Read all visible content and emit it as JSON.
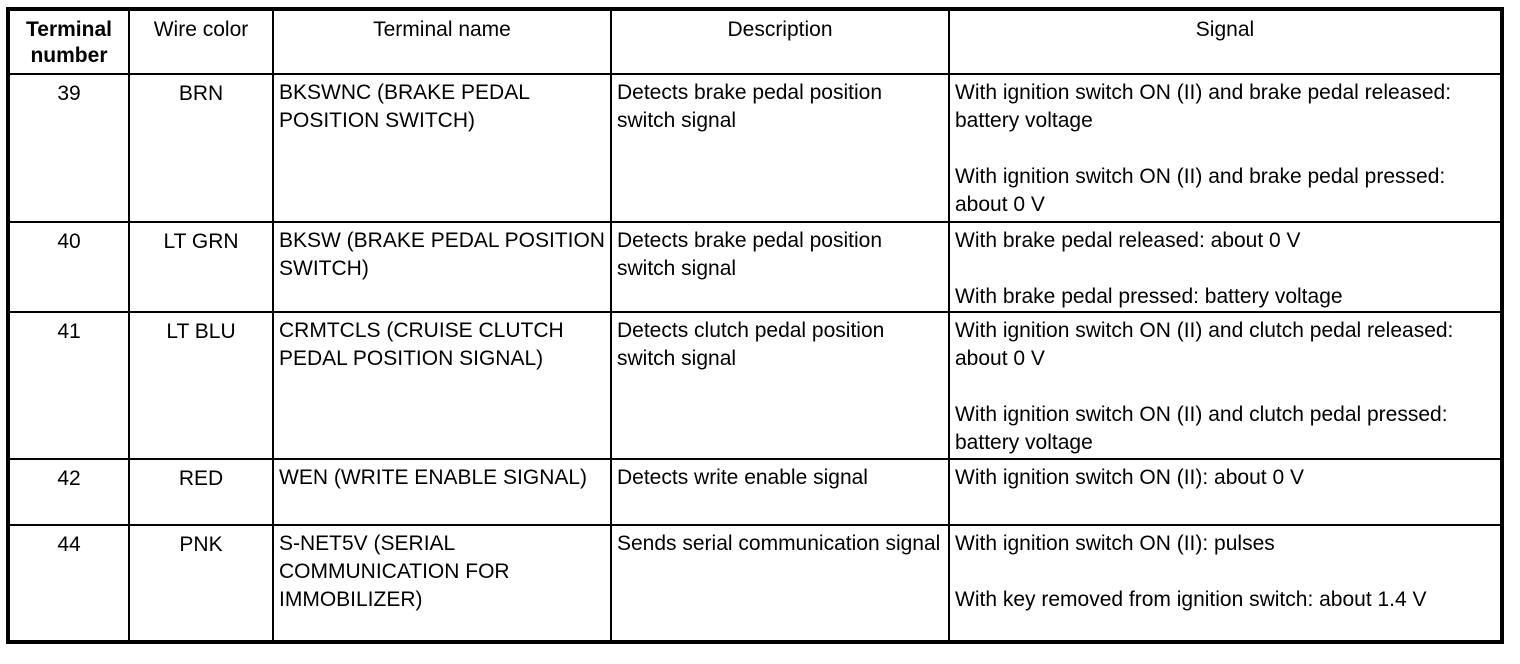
{
  "table": {
    "columns": [
      {
        "key": "terminal_number",
        "label": "Terminal\nnumber",
        "label_line1": "Terminal",
        "label_line2": "number"
      },
      {
        "key": "wire_color",
        "label": "Wire color"
      },
      {
        "key": "terminal_name",
        "label": "Terminal name"
      },
      {
        "key": "description",
        "label": "Description"
      },
      {
        "key": "signal",
        "label": "Signal"
      }
    ],
    "headers": {
      "terminal_number_line1": "Terminal",
      "terminal_number_line2": "number",
      "wire_color": "Wire color",
      "terminal_name": "Terminal name",
      "description": "Description",
      "signal": "Signal"
    },
    "rows": [
      {
        "terminal_number": "39",
        "wire_color": "BRN",
        "terminal_name": "BKSWNC (BRAKE PEDAL POSITION SWITCH)",
        "description": "Detects brake pedal position switch signal",
        "signal_paragraphs": [
          "With ignition switch ON (II) and brake pedal released: battery voltage",
          "With ignition switch ON (II) and brake pedal pressed: about 0 V"
        ]
      },
      {
        "terminal_number": "40",
        "wire_color": "LT GRN",
        "terminal_name": "BKSW (BRAKE PEDAL POSITION SWITCH)",
        "description": "Detects brake pedal position switch signal",
        "signal_paragraphs": [
          "With brake pedal released: about 0 V",
          "With brake pedal pressed: battery voltage"
        ]
      },
      {
        "terminal_number": "41",
        "wire_color": "LT BLU",
        "terminal_name": "CRMTCLS (CRUISE CLUTCH PEDAL POSITION SIGNAL)",
        "description": "Detects clutch pedal position switch signal",
        "signal_paragraphs": [
          "With ignition switch ON (II) and clutch pedal released: about 0 V",
          "With ignition switch ON (II) and clutch pedal pressed: battery voltage"
        ]
      },
      {
        "terminal_number": "42",
        "wire_color": "RED",
        "terminal_name": "WEN (WRITE ENABLE SIGNAL)",
        "description": "Detects write enable signal",
        "signal_paragraphs": [
          "With ignition switch ON (II): about 0 V"
        ]
      },
      {
        "terminal_number": "44",
        "wire_color": "PNK",
        "terminal_name": "S-NET5V (SERIAL COMMUNICATION FOR IMMOBILIZER)",
        "description": "Sends serial communication signal",
        "signal_paragraphs": [
          "With ignition switch ON (II): pulses",
          "With key removed from ignition switch: about 1.4 V"
        ]
      }
    ]
  },
  "colors": {
    "border": "#000000",
    "text": "#000000",
    "background": "#ffffff"
  }
}
